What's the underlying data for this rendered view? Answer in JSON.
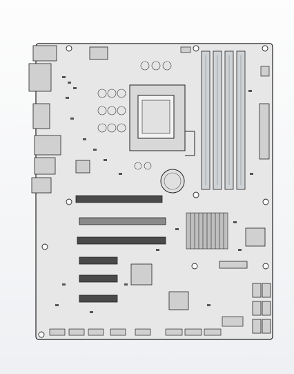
{
  "colors": {
    "background_top": "#fdfdfd",
    "background_bottom": "#eef0f3",
    "board_fill": "#e7e7e7",
    "board_edge": "#222222",
    "component_fill": "#d0d0d0",
    "component_dark": "#3a3a3a",
    "slot_fill": "#4a4a4a",
    "dimm_fill": "#cfd3d6"
  },
  "scene": {
    "type": "motherboard-cad-drawing",
    "form_factor": "ATX",
    "dimm_slots": 4,
    "pcie_slots": 6,
    "cpu_socket": "LGA",
    "sata_ports": 6,
    "rear_io_connectors": 6
  }
}
